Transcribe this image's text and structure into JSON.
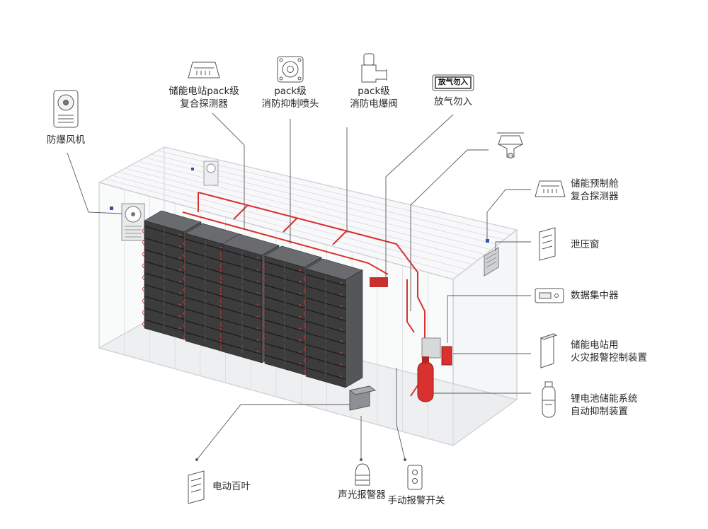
{
  "labels": {
    "fan": "防爆风机",
    "pack_detector_l1": "储能电站pack级",
    "pack_detector_l2": "复合探测器",
    "pack_nozzle_l1": "pack级",
    "pack_nozzle_l2": "消防抑制喷头",
    "pack_valve_l1": "pack级",
    "pack_valve_l2": "消防电爆阀",
    "no_entry": "放气勿入",
    "cabin_detector_l1": "储能预制舱",
    "cabin_detector_l2": "复合探测器",
    "relief_window": "泄压窗",
    "data_concentrator": "数据集中器",
    "fire_alarm_l1": "储能电站用",
    "fire_alarm_l2": "火灾报警控制装置",
    "suppression_l1": "锂电池储能系统",
    "suppression_l2": "自动抑制装置",
    "louver": "电动百叶",
    "sound_light_alarm": "声光报警器",
    "manual_switch": "手动报警开关"
  },
  "signs": {
    "no_entry_sign": "放气勿入"
  },
  "colors": {
    "pipe_red": "#d9322e",
    "rack_dark": "#3c3c3c",
    "container_line": "#c9ccd1",
    "leader_line": "#5a5a5a",
    "icon_stroke": "#555555"
  }
}
